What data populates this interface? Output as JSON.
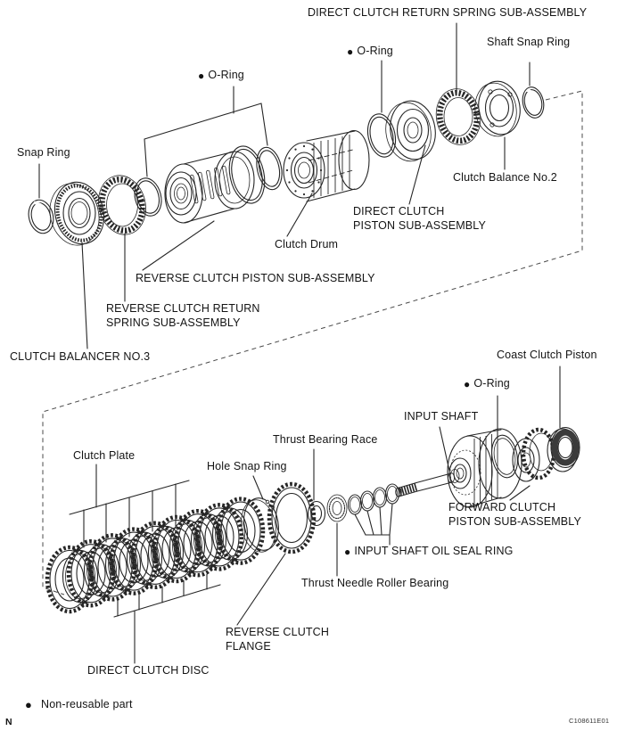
{
  "page": {
    "background": "#ffffff",
    "ink": "#262626",
    "figure_code": "C108611E01",
    "page_marker": "N"
  },
  "labels": {
    "direct_clutch_return_spring_sub_assembly": {
      "text": "DIRECT CLUTCH RETURN SPRING SUB-ASSEMBLY"
    },
    "o_ring_top": {
      "bullet": "●",
      "text": "O-Ring"
    },
    "shaft_snap_ring": {
      "text": "Shaft Snap Ring"
    },
    "o_ring_left": {
      "bullet": "●",
      "text": "O-Ring"
    },
    "snap_ring": {
      "text": "Snap Ring"
    },
    "clutch_balance_no2": {
      "text": "Clutch Balance No.2"
    },
    "direct_clutch_piston_sub_assembly": {
      "lines": [
        "DIRECT CLUTCH",
        "PISTON SUB-ASSEMBLY"
      ]
    },
    "clutch_drum": {
      "text": "Clutch Drum"
    },
    "reverse_clutch_piston_sub_assembly": {
      "text": "REVERSE CLUTCH PISTON SUB-ASSEMBLY"
    },
    "reverse_clutch_return_spring_sub_assembly": {
      "lines": [
        "REVERSE CLUTCH RETURN",
        "SPRING SUB-ASSEMBLY"
      ]
    },
    "clutch_balancer_no3": {
      "text": "CLUTCH BALANCER NO.3"
    },
    "coast_clutch_piston": {
      "text": "Coast Clutch Piston"
    },
    "o_ring_bottom": {
      "bullet": "●",
      "text": "O-Ring"
    },
    "input_shaft": {
      "text": "INPUT SHAFT"
    },
    "thrust_bearing_race": {
      "text": "Thrust Bearing Race"
    },
    "clutch_plate": {
      "text": "Clutch Plate"
    },
    "hole_snap_ring": {
      "text": "Hole Snap Ring"
    },
    "forward_clutch_piston_sub_assembly": {
      "lines": [
        "FORWARD CLUTCH",
        "PISTON SUB-ASSEMBLY"
      ]
    },
    "input_shaft_oil_seal_ring": {
      "bullet": "●",
      "text": "INPUT SHAFT OIL SEAL RING"
    },
    "thrust_needle_roller_bearing": {
      "text": "Thrust Needle Roller Bearing"
    },
    "reverse_clutch_flange": {
      "lines": [
        "REVERSE CLUTCH",
        "FLANGE"
      ]
    },
    "direct_clutch_disc": {
      "text": "DIRECT CLUTCH DISC"
    },
    "non_reusable_part": {
      "bullet": "●",
      "text": "Non-reusable part"
    }
  }
}
